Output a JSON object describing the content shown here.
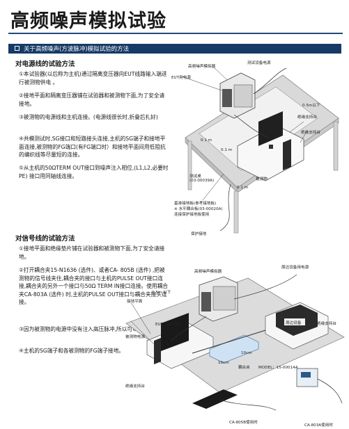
{
  "title": "高频噪声模拟试验",
  "section_bar": "关于高频噪声(方波脉冲)模拟试验的方法",
  "power_section": {
    "heading": "对电源线的试验方法",
    "items": [
      "①本试验器(以后称为主机)通过隔离变压器向EUT线路输入端进行被测物供电 。",
      "②接地平面和隔离变压器铺在试验器和被测物下面,为了安全请接地。",
      "③被测物的电源线和主机连接。(电源线很长时,折叠后扎好)",
      "④共模测试时,SG接口和短路接头连接,主机的SG端子和接地平面连接,被测物的FG端口(有FG端口时）和接地平面间用低阻抗的编织线等尽量短的连接。",
      "⑤从主机的50ΩTERM OUT接口到噪声注入相位,(L1,L2,必要时PE) 接口用同轴线连接。"
    ]
  },
  "signal_section": {
    "heading": "对信号线的试验方法",
    "items": [
      "①接地平面和绝缘垫片铺在试验器和被测物下面,为了安全请接地。",
      "②打开耦合夹15-N1636 (选件)、或者CA- 805B (选件) ,把被测物的信号线夹住,耦合夹的接口与主机的PULSE OUT接口连接,耦合夹的另外一个接口与50Ω TERM IN接口连接。使用耦合夹CA-803A (选件) 时,主机的PULSE OUT接口与耦合夹接头连接。",
      "③因为被测物的电源中没有注入高压脉冲,所以可以任意电源。",
      "④主机的SG端子和各被测物的FG端子接地。"
    ]
  },
  "figure1": {
    "labels": {
      "simulator": "高频噪声模拟器",
      "test_source": "测试设备电源",
      "eut_source": "EUT用电源",
      "max_len": "0.5m以下",
      "insulated_support": "绝缘支持台",
      "insulated_stand": "绝缘支持台",
      "dist_a": "0.1 m",
      "dist_b": "0.1 m",
      "dist_c": "0.1 m",
      "test_table": "测试桌",
      "test_table_code": "(03-00039A)",
      "eut": "被测物",
      "ref_plane_1": "基准接地板(参考接地板)",
      "ref_plane_2": "※ 水平耦合板(03-00020A)",
      "ref_plane_3": "连接保护接地板使用",
      "protective_ground": "保护接地"
    }
  },
  "figure2": {
    "labels": {
      "simulator": "高频噪声模拟器",
      "peripheral_power": "周边设备用电源",
      "max_len": "0.5m 以下",
      "ground_plane": "接地平面",
      "eut_title": "EUT（被测物）",
      "eut_power": "被测物电源",
      "peripheral_device": "周边设备",
      "insulated_stand": "绝缘支持台",
      "dist_10cm_a": "10cm",
      "dist_10cm_b": "10cm",
      "clamp": "耦合夹",
      "model": "MODEL：15-00014A",
      "insulated_stand_2": "绝缘支持台",
      "ca805b": "CA-805B使用时",
      "ca803a": "CA-803A使用时"
    }
  }
}
